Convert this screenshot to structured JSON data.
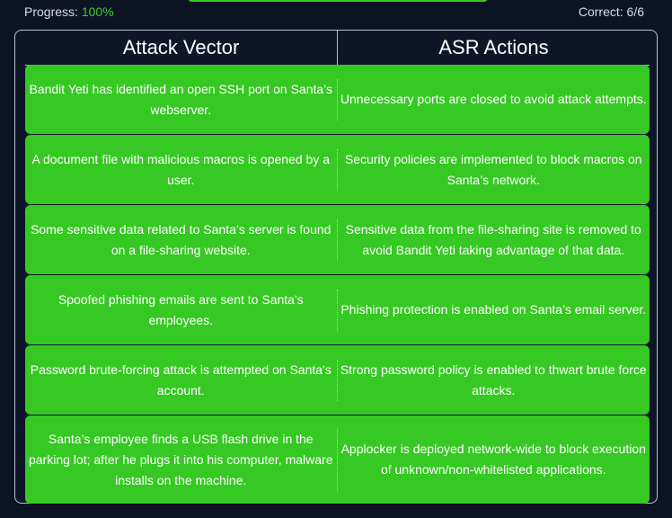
{
  "status": {
    "progress_label": "Progress:",
    "progress_value": "100%",
    "correct_label": "Correct: 6/6"
  },
  "colors": {
    "accent_green": "#36c823",
    "progress_green": "#3bd12a",
    "background": "#0c1424",
    "border": "#b9c0cc"
  },
  "table": {
    "headers": [
      "Attack Vector",
      "ASR Actions"
    ],
    "rows": [
      {
        "attack": "Bandit Yeti has identified an open SSH port on Santa’s webserver.",
        "action": "Unnecessary ports are closed to avoid attack attempts."
      },
      {
        "attack": "A document file with malicious macros is opened by a user.",
        "action": "Security policies are implemented to block macros on Santa’s network."
      },
      {
        "attack": "Some sensitive data related to Santa’s server is found on a file-sharing website.",
        "action": "Sensitive data from the file-sharing site is removed to avoid Bandit Yeti taking advantage of that data."
      },
      {
        "attack": "Spoofed phishing emails are sent to Santa's employees.",
        "action": "Phishing protection is enabled on Santa’s email server."
      },
      {
        "attack": "Password brute-forcing attack is attempted on Santa's account.",
        "action": "Strong password policy is enabled to thwart brute force attacks."
      },
      {
        "attack": "Santa’s employee finds a USB flash drive in the parking lot; after he plugs it into his computer, malware installs on the machine.",
        "action": "Applocker is deployed network-wide to block execution of unknown/non-whitelisted applications."
      }
    ]
  }
}
